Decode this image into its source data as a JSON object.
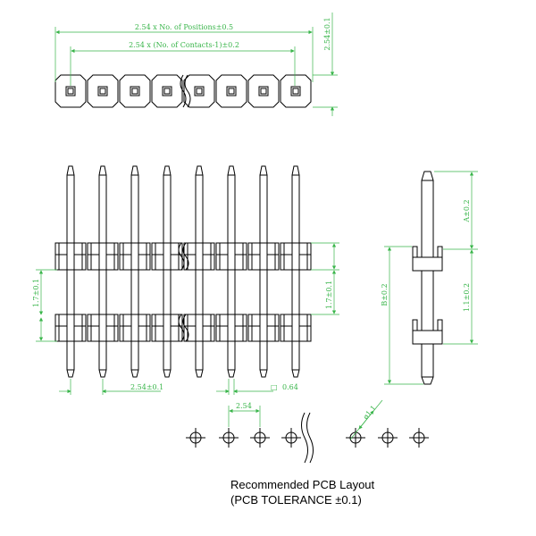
{
  "top_view": {
    "dim_overall": "2.54 x No. of Positions±0.5",
    "dim_contacts": "2.54 x (No. of Contacts-1)±0.2",
    "dim_height": "2.54±0.1"
  },
  "front_view": {
    "dim_insulator_left": "1.7±0.1",
    "dim_insulator_right": "1.7±0.1",
    "dim_pitch": "2.54±0.1",
    "dim_pin": "0.64",
    "pin_symbol": "□"
  },
  "side_view": {
    "dim_a": "A±0.2",
    "dim_b": "B±0.2",
    "dim_mid": "1.1±0.2"
  },
  "pcb_layout": {
    "dim_pitch": "2.54",
    "dim_hole": "ø1.1",
    "caption_line1": "Recommended PCB Layout",
    "caption_line2": "(PCB TOLERANCE ±0.1)"
  },
  "colors": {
    "dimension": "#39b54a",
    "outline": "#000000"
  }
}
